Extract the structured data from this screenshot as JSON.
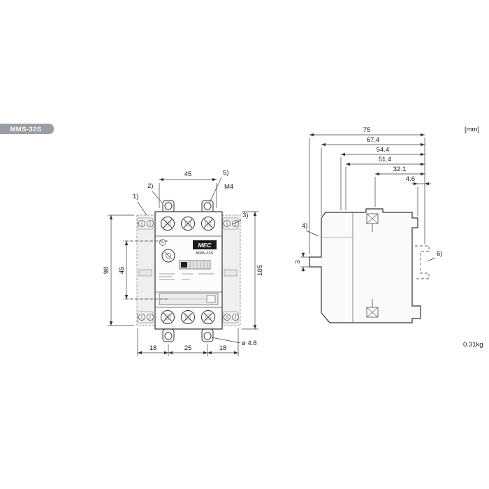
{
  "badge": {
    "label": "MMS-32S"
  },
  "annotations": {
    "unit": "[mm]",
    "weight": "0.31kg"
  },
  "front_view": {
    "callouts": {
      "c1": "1)",
      "c2": "2)",
      "c3": "3)",
      "c5": "5)"
    },
    "labels": {
      "screw": "M4",
      "hole": "ø 4.8"
    },
    "dims": {
      "top_width": "45",
      "height_left": "98",
      "height_inner": "45",
      "height_right": "105",
      "bottom_left": "18",
      "bottom_center": "25",
      "bottom_right": "18"
    },
    "device": {
      "brand": "MEC",
      "model": "MMS-32S"
    }
  },
  "side_view": {
    "callouts": {
      "c4": "4)",
      "c6": "6)"
    },
    "dims": {
      "d75": "75",
      "d67": "67.4",
      "d54": "54.4",
      "d51": "51.4",
      "d32": "32.1",
      "d46": "4.6",
      "d3": "3"
    }
  }
}
